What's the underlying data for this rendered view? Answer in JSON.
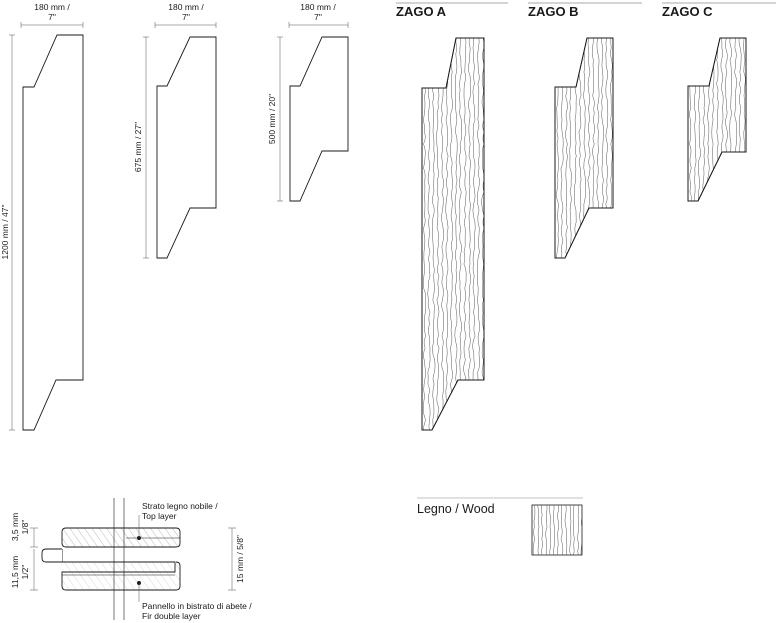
{
  "profiles": [
    {
      "width_label": "180 mm /",
      "width_label_in": "7\"",
      "height_label": "1200 mm / 47\""
    },
    {
      "width_label": "180 mm /",
      "width_label_in": "7\"",
      "height_label": "675 mm / 27\""
    },
    {
      "width_label": "180 mm /",
      "width_label_in": "7\"",
      "height_label": "500 mm / 20\""
    }
  ],
  "models": [
    {
      "name": "ZAGO A"
    },
    {
      "name": "ZAGO B"
    },
    {
      "name": "ZAGO C"
    }
  ],
  "section": {
    "top_layer_label_1": "Strato legno nobile /",
    "top_layer_label_2": "Top layer",
    "fir_label_1": "Pannello in bistrato di abete /",
    "fir_label_2": "Fir double layer",
    "top_thickness_mm": "3,5 mm",
    "top_thickness_in": "1/8\"",
    "fir_thickness_mm": "11,5 mm",
    "fir_thickness_in": "1/2\"",
    "total_thickness": "15 mm / 5/8\""
  },
  "material": {
    "label": "Legno / Wood"
  }
}
